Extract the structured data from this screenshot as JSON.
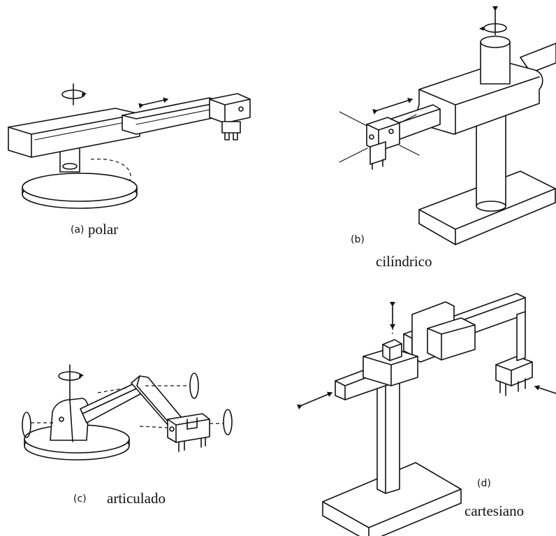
{
  "panels": {
    "a": {
      "tag": "(a)",
      "name": "polar"
    },
    "b": {
      "tag": "(b)",
      "name": "cilíndrico"
    },
    "c": {
      "tag": "(c)",
      "name": "articulado"
    },
    "d": {
      "tag": "(d)",
      "name": "cartesiano"
    }
  }
}
